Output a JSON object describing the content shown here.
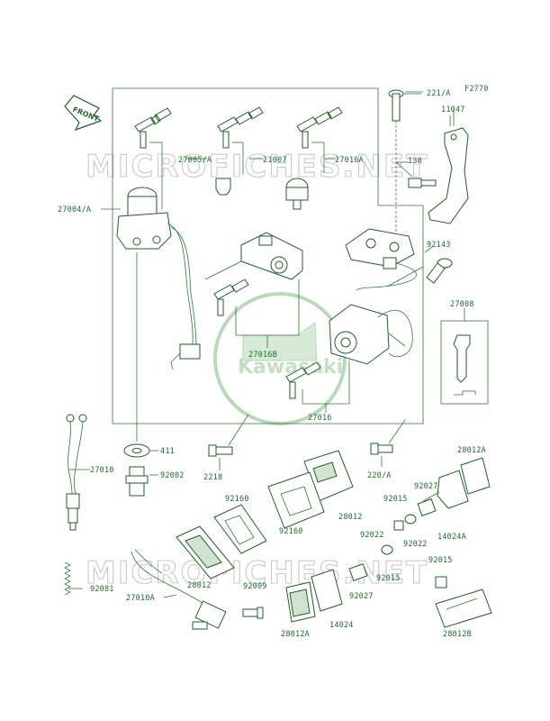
{
  "figure_code": "F2770",
  "front_label": "FRONT",
  "watermark": {
    "text": "MICROFICHES.NET",
    "brand": "Kawasaki"
  },
  "parts": [
    {
      "id": "p221a",
      "label": "221/A"
    },
    {
      "id": "p11047",
      "label": "11047"
    },
    {
      "id": "p130",
      "label": "130"
    },
    {
      "id": "p27005a",
      "label": "27005/A"
    },
    {
      "id": "p21007",
      "label": "21007"
    },
    {
      "id": "p27016a",
      "label": "27016A"
    },
    {
      "id": "p27004a",
      "label": "27004/A"
    },
    {
      "id": "p92143",
      "label": "92143"
    },
    {
      "id": "p27008",
      "label": "27008"
    },
    {
      "id": "p27016b",
      "label": "27016B"
    },
    {
      "id": "p27016",
      "label": "27016"
    },
    {
      "id": "p27010",
      "label": "27010"
    },
    {
      "id": "p411",
      "label": "411"
    },
    {
      "id": "p92002",
      "label": "92002"
    },
    {
      "id": "p2218",
      "label": "2218"
    },
    {
      "id": "p220a",
      "label": "220/A"
    },
    {
      "id": "p28012a_top",
      "label": "28012A"
    },
    {
      "id": "p92160a",
      "label": "92160"
    },
    {
      "id": "p92160b",
      "label": "92160"
    },
    {
      "id": "p28012",
      "label": "28012"
    },
    {
      "id": "p92015a",
      "label": "92015"
    },
    {
      "id": "p92027a",
      "label": "92027"
    },
    {
      "id": "p92022a",
      "label": "92022"
    },
    {
      "id": "p92022b",
      "label": "92022"
    },
    {
      "id": "p14024a",
      "label": "14024A"
    },
    {
      "id": "p28012b_left",
      "label": "28012"
    },
    {
      "id": "p92081",
      "label": "92081"
    },
    {
      "id": "p27010a",
      "label": "27010A"
    },
    {
      "id": "p92009",
      "label": "92009"
    },
    {
      "id": "p92015b",
      "label": "92015"
    },
    {
      "id": "p92015c",
      "label": "92015"
    },
    {
      "id": "p92027b",
      "label": "92027"
    },
    {
      "id": "p28012a_bot",
      "label": "28012A"
    },
    {
      "id": "p14024",
      "label": "14024"
    },
    {
      "id": "p28012b",
      "label": "28012B"
    }
  ]
}
